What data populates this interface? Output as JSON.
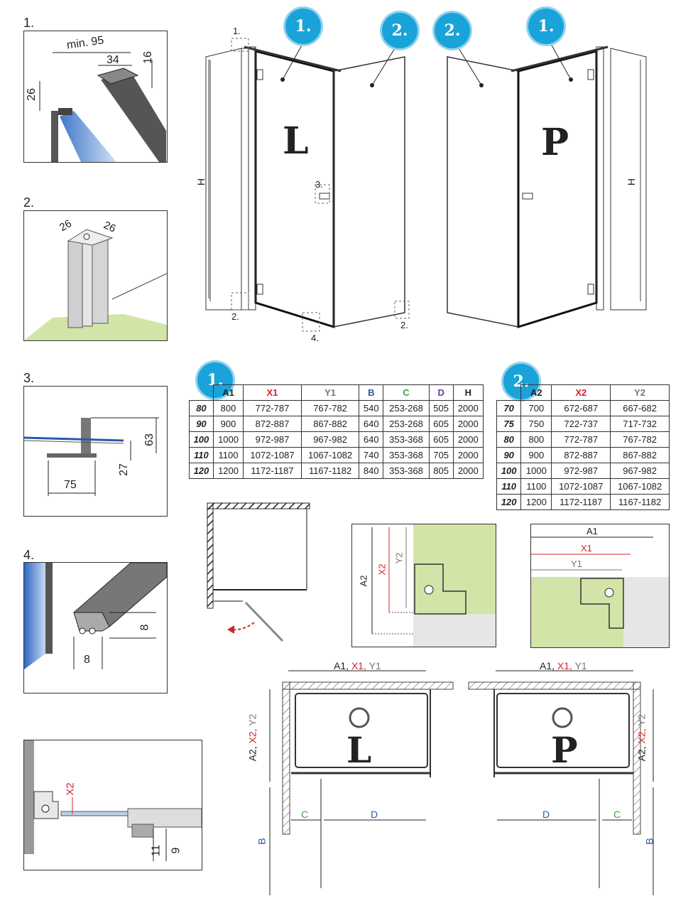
{
  "details": {
    "d1": {
      "num": "1.",
      "min95": "min. 95",
      "w34": "34",
      "h16": "16",
      "h26": "26"
    },
    "d2": {
      "num": "2.",
      "a": "26",
      "b": "26"
    },
    "d3": {
      "num": "3.",
      "w75": "75",
      "h63": "63",
      "h27": "27"
    },
    "d4": {
      "num": "4.",
      "v8": "8",
      "h8": "8"
    },
    "d5": {
      "x2": "X2",
      "h11": "11",
      "h9": "9"
    }
  },
  "elevations": {
    "left": {
      "letter": "L",
      "badge1": "1.",
      "badge2": "2.",
      "h": "H",
      "c1": "1.",
      "c2a": "2.",
      "c3": "3.",
      "c4": "4.",
      "c2b": "2."
    },
    "right": {
      "letter": "P",
      "badge1": "1.",
      "badge2": "2.",
      "h": "H"
    }
  },
  "table1": {
    "badge": "1.",
    "headers": [
      "",
      "A1",
      "X1",
      "Y1",
      "B",
      "C",
      "D",
      "H"
    ],
    "rows": [
      [
        "80",
        "800",
        "772-787",
        "767-782",
        "540",
        "253-268",
        "505",
        "2000"
      ],
      [
        "90",
        "900",
        "872-887",
        "867-882",
        "640",
        "253-268",
        "605",
        "2000"
      ],
      [
        "100",
        "1000",
        "972-987",
        "967-982",
        "640",
        "353-368",
        "605",
        "2000"
      ],
      [
        "110",
        "1100",
        "1072-1087",
        "1067-1082",
        "740",
        "353-368",
        "705",
        "2000"
      ],
      [
        "120",
        "1200",
        "1172-1187",
        "1167-1182",
        "840",
        "353-368",
        "805",
        "2000"
      ]
    ]
  },
  "table2": {
    "badge": "2.",
    "headers": [
      "",
      "A2",
      "X2",
      "Y2"
    ],
    "rows": [
      [
        "70",
        "700",
        "672-687",
        "667-682"
      ],
      [
        "75",
        "750",
        "722-737",
        "717-732"
      ],
      [
        "80",
        "800",
        "772-787",
        "767-782"
      ],
      [
        "90",
        "900",
        "872-887",
        "867-882"
      ],
      [
        "100",
        "1000",
        "972-987",
        "967-982"
      ],
      [
        "110",
        "1100",
        "1072-1087",
        "1067-1082"
      ],
      [
        "120",
        "1200",
        "1172-1187",
        "1167-1182"
      ]
    ]
  },
  "measure": {
    "a2": "A2",
    "x2": "X2",
    "y2": "Y2",
    "a1": "A1",
    "x1": "X1",
    "y1": "Y1"
  },
  "plans": {
    "left": {
      "letter": "L",
      "top_a1": "A1,",
      "top_x1": "X1,",
      "top_y1": "Y1",
      "side_a2": "A2,",
      "side_x2": "X2,",
      "side_y2": "Y2",
      "c": "C",
      "d": "D",
      "b": "B"
    },
    "right": {
      "letter": "P",
      "top_a1": "A1,",
      "top_x1": "X1,",
      "top_y1": "Y1",
      "side_a2": "A2,",
      "side_x2": "X2,",
      "side_y2": "Y2",
      "c": "C",
      "d": "D",
      "b": "B"
    }
  },
  "colors": {
    "badge": "#1aa3d9",
    "red": "#d4242a",
    "green": "#3aa635",
    "blue": "#2a5aa8",
    "purple": "#6a3b9c",
    "grey": "#777777",
    "wall": "#cfe3a6"
  }
}
